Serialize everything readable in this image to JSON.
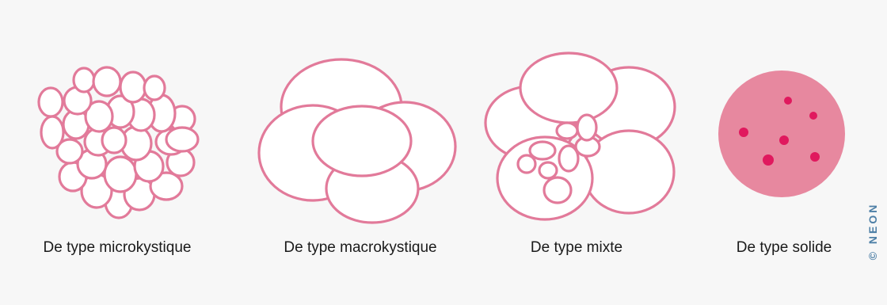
{
  "types": [
    {
      "label": "De type microkystique"
    },
    {
      "label": "De type macrokystique"
    },
    {
      "label": "De type mixte"
    },
    {
      "label": "De type solide"
    }
  ],
  "watermark": "© NEON",
  "colors": {
    "outline": "#e27a9a",
    "solid_fill": "#e7889f",
    "solid_dots": "#e0195e",
    "caption": "#1a1a1a",
    "watermark": "#4d7fa6",
    "background": "#f7f7f7"
  }
}
